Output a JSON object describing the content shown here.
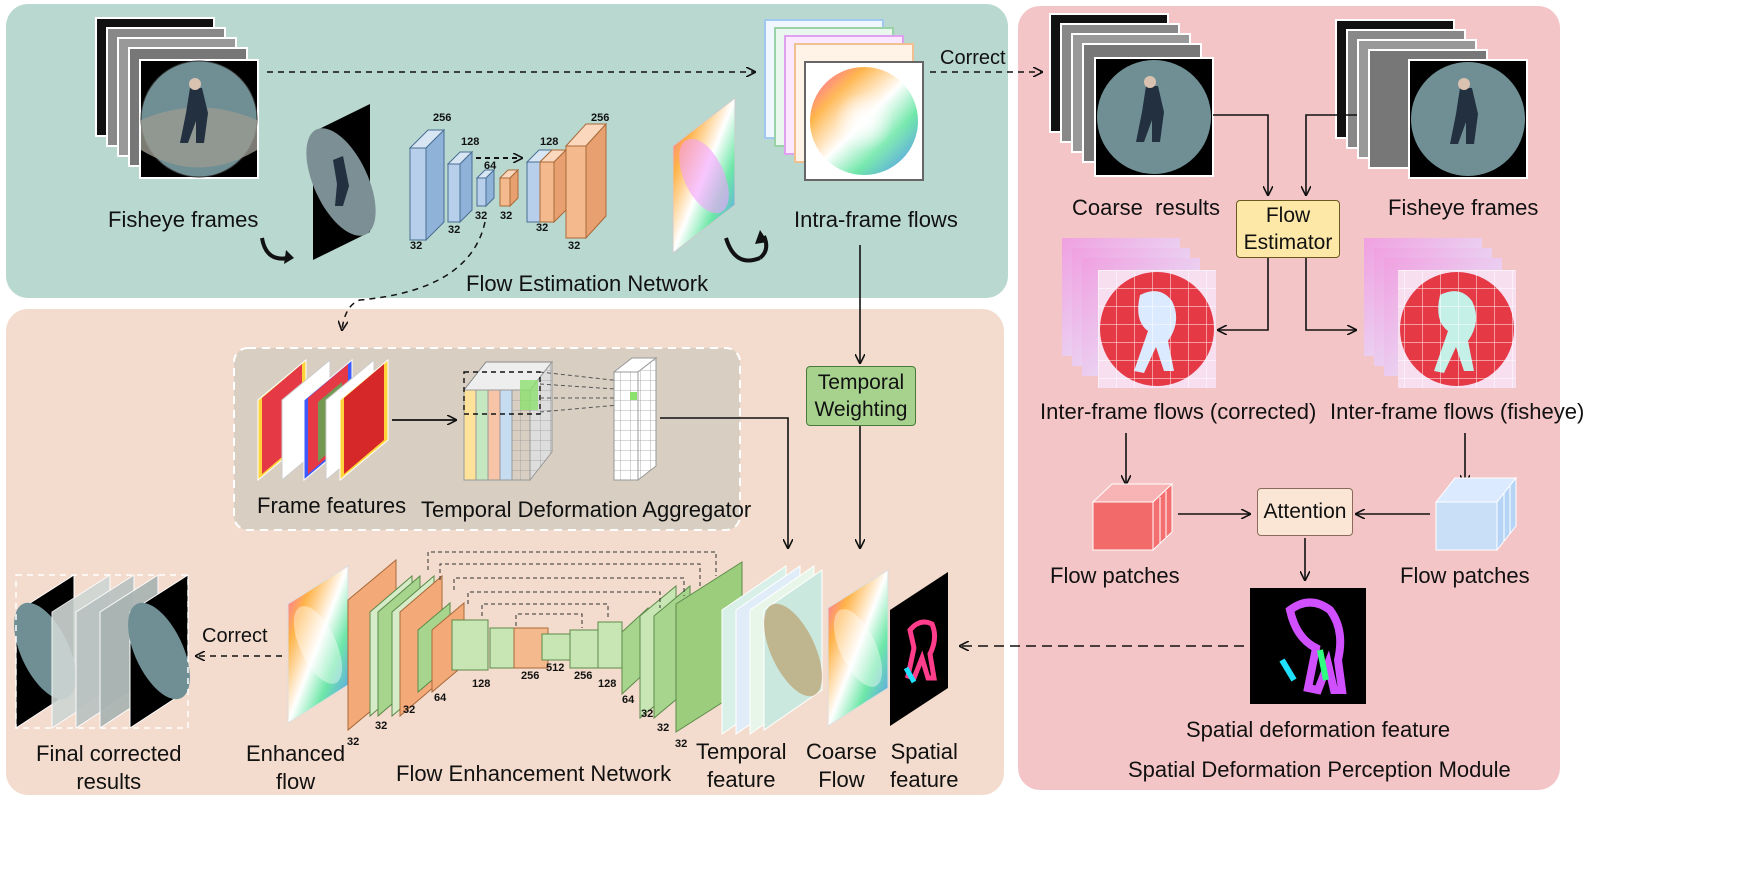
{
  "panels": {
    "flow_estimation": {
      "title": "Flow Estimation Network",
      "color": "#b9d8d0"
    },
    "flow_enhancement": {
      "title": "Flow Enhancement Network",
      "color": "#f3dccd"
    },
    "spatial": {
      "title": "Spatial Deformation Perception Module",
      "color": "#f4c5c7"
    }
  },
  "labels": {
    "fisheye_frames_left": "Fisheye frames",
    "intra_frame_flows": "Intra-frame flows",
    "correct_top": "Correct",
    "coarse_results": "Coarse  results",
    "fisheye_frames_right": "Fisheye frames",
    "inter_flows_corrected": "Inter-frame flows (corrected)",
    "inter_flows_fisheye": "Inter-frame flows (fisheye)",
    "flow_patches_left": "Flow patches",
    "flow_patches_right": "Flow patches",
    "spatial_deformation_feature": "Spatial deformation feature",
    "frame_features": "Frame features",
    "temporal_deformation_aggregator": "Temporal Deformation Aggregator",
    "final_corrected_results": "Final corrected\nresults",
    "correct_bottom": "Correct",
    "enhanced_flow": "Enhanced\nflow",
    "temporal_feature": "Temporal\nfeature",
    "coarse_flow": "Coarse\nFlow",
    "spatial_feature": "Spatial\nfeature"
  },
  "boxes": {
    "flow_estimator": "Flow\nEstimator",
    "temporal_weighting": "Temporal\nWeighting",
    "attention": "Attention"
  },
  "unet_top_dims": [
    "256",
    "128",
    "64",
    "32",
    "32",
    "32",
    "128",
    "256",
    "32",
    "32",
    "32"
  ],
  "unet_bottom_dims": [
    "32",
    "32",
    "32",
    "64",
    "128",
    "256",
    "512",
    "256",
    "128",
    "64",
    "32",
    "32",
    "32"
  ]
}
